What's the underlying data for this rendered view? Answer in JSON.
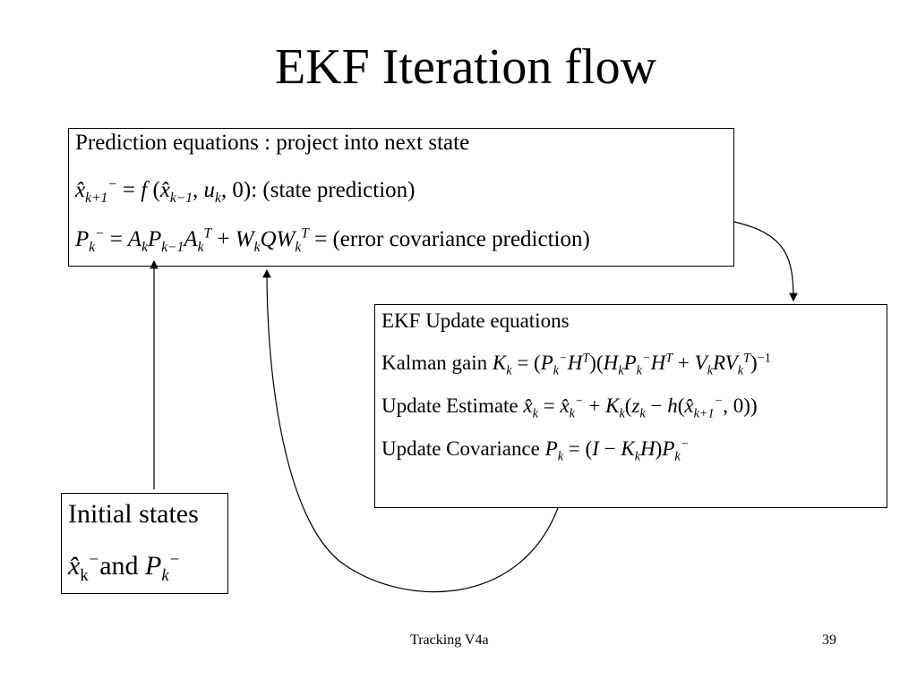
{
  "slide": {
    "title": "EKF Iteration flow",
    "footer_left": "Tracking V4a",
    "page_number": "39"
  },
  "prediction": {
    "heading": "Prediction equations : project into next state",
    "state_label": ": (state prediction)",
    "cov_label": "= (error covariance prediction)"
  },
  "update": {
    "heading": "EKF Update equations",
    "gain_label": "Kalman gain",
    "estimate_label": "Update Estimate",
    "covariance_label": "Update Covariance"
  },
  "initial": {
    "heading": "Initial states",
    "and_label": "and"
  }
}
